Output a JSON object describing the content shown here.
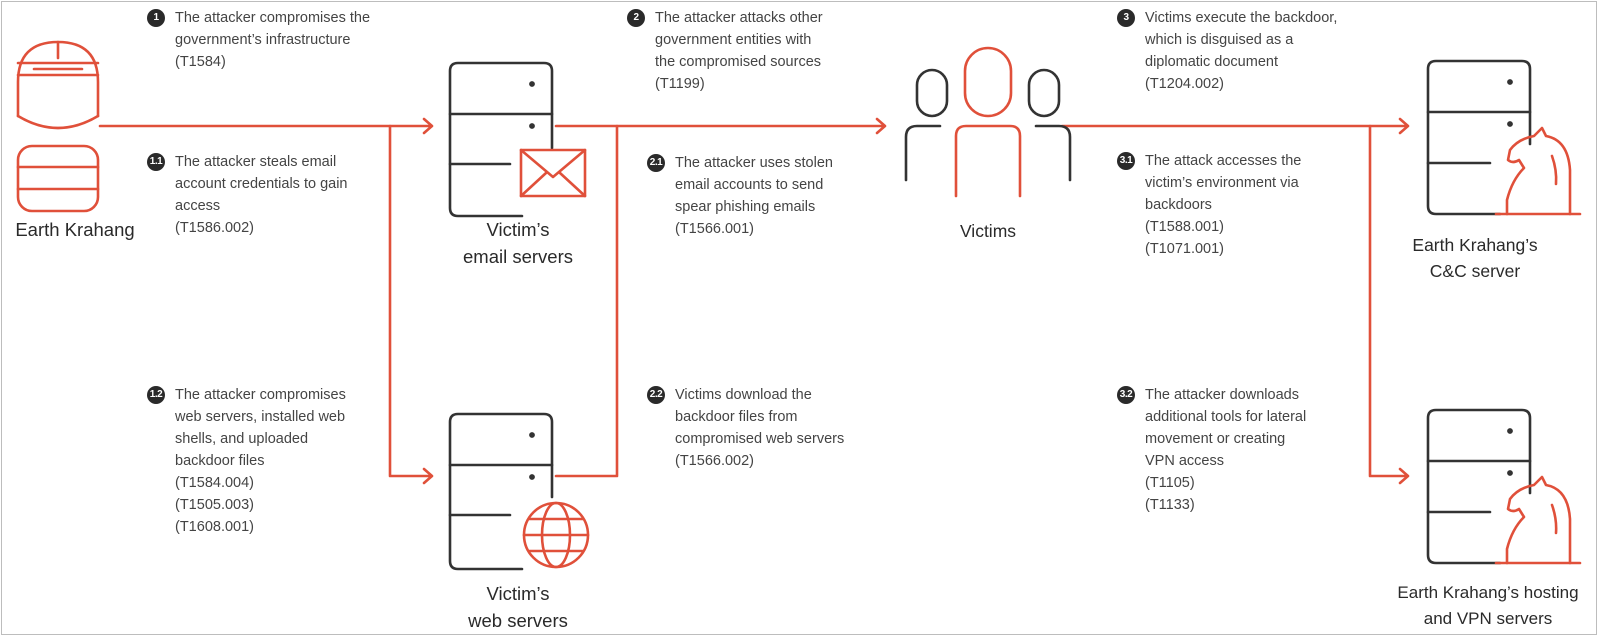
{
  "colors": {
    "accent": "#e0503a",
    "ink": "#333333",
    "badge": "#2a2a2a"
  },
  "nodes": {
    "attacker": {
      "name": "Earth Krahang",
      "icon": "attacker-icon"
    },
    "email_servers": {
      "lines": [
        "Victim’s",
        "email servers"
      ],
      "icon": "email-server-icon"
    },
    "web_servers": {
      "lines": [
        "Victim’s",
        "web servers"
      ],
      "icon": "web-server-icon"
    },
    "victims": {
      "name": "Victims",
      "icon": "victims-icon"
    },
    "cc_server": {
      "lines": [
        "Earth Krahang’s",
        "C&C server"
      ],
      "icon": "cc-server-icon"
    },
    "vpn_servers": {
      "lines": [
        "Earth Krahang’s hosting",
        "and VPN servers"
      ],
      "icon": "vpn-server-icon"
    }
  },
  "steps": [
    {
      "id": "1",
      "lines": [
        "The attacker compromises the",
        "government’s infrastructure",
        "(T1584)"
      ]
    },
    {
      "id": "1.1",
      "lines": [
        "The attacker steals email",
        "account credentials to gain",
        "access",
        "(T1586.002)"
      ]
    },
    {
      "id": "1.2",
      "lines": [
        "The attacker compromises",
        "web servers, installed web",
        "shells, and uploaded",
        "backdoor files",
        "(T1584.004)",
        "(T1505.003)",
        "(T1608.001)"
      ]
    },
    {
      "id": "2",
      "lines": [
        "The attacker attacks other",
        "government entities with",
        "the compromised sources",
        "(T1199)"
      ]
    },
    {
      "id": "2.1",
      "lines": [
        "The attacker uses stolen",
        "email accounts to send",
        "spear phishing emails",
        "(T1566.001)"
      ]
    },
    {
      "id": "2.2",
      "lines": [
        "Victims download the",
        "backdoor files from",
        "compromised web servers",
        "(T1566.002)"
      ]
    },
    {
      "id": "3",
      "lines": [
        "Victims execute the backdoor,",
        "which is disguised as a",
        "diplomatic document",
        "(T1204.002)"
      ]
    },
    {
      "id": "3.1",
      "lines": [
        "The attack accesses the",
        "victim’s environment via",
        "backdoors",
        "(T1588.001)",
        "(T1071.001)"
      ]
    },
    {
      "id": "3.2",
      "lines": [
        "The attacker downloads",
        "additional tools for lateral",
        "movement or creating",
        "VPN access",
        "(T1105)",
        "(T1133)"
      ]
    }
  ]
}
